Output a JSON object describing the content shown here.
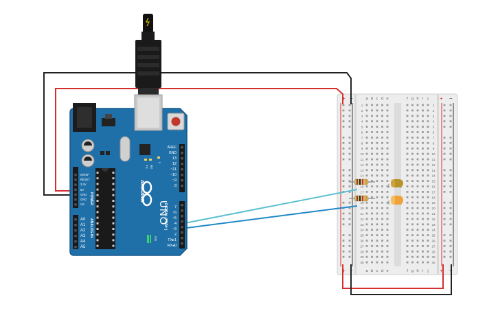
{
  "arduino": {
    "brand": "ARDUINO",
    "model": "UNO",
    "power_header_label": "POWER",
    "analog_header_label": "ANALOG IN",
    "digital_header_label": "DIGITAL (PWM~)",
    "power_pins": [
      "IOREF",
      "RESET",
      "3.3V",
      "5V",
      "GND",
      "GND",
      "Vin"
    ],
    "analog_pins": [
      "A0",
      "A1",
      "A2",
      "A3",
      "A4",
      "A5"
    ],
    "digital_top_pins": [
      "AREF",
      "GND",
      "13",
      "12",
      "~11",
      "~10",
      "~9",
      "8"
    ],
    "digital_bottom_pins": [
      "7",
      "~6",
      "~5",
      "4",
      "~3",
      "2",
      "TX▸1",
      "RX◂0"
    ],
    "led_labels": [
      "TX",
      "RX",
      "L"
    ],
    "on_label": "ON"
  },
  "breadboard": {
    "column_letters_left": [
      "a",
      "b",
      "c",
      "d",
      "e"
    ],
    "column_letters_right": [
      "f",
      "g",
      "h",
      "i",
      "j"
    ],
    "rail_plus": "+",
    "rail_minus": "−",
    "row_count": 30
  },
  "components": {
    "led_top_color": "#b8922a",
    "led_bottom_color": "#f0a23a",
    "resistor_color": "#d9b77a"
  },
  "wires": {
    "red": "#d32f2f",
    "black": "#222222",
    "signal_top": "#5bc0cf",
    "signal_bottom": "#1e88c8"
  },
  "colors": {
    "board": "#1f6fa8",
    "board_dark": "#17588a",
    "breadboard": "#eeeeee",
    "rail_red": "#d32f2f"
  }
}
